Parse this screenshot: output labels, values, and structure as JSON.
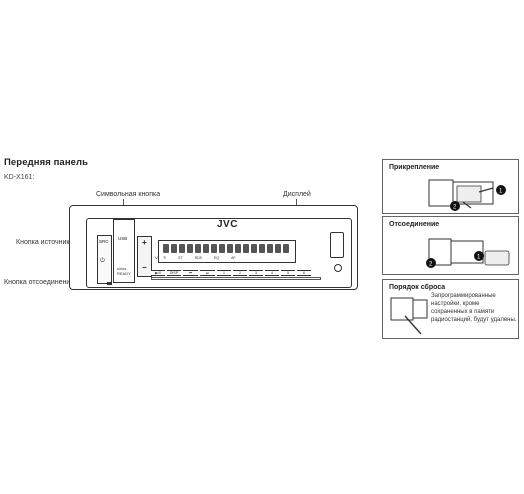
{
  "section_title": "Передняя панель",
  "model": "KD-X161:",
  "callouts": {
    "symbol_button": "Символьная кнопка",
    "display": "Дисплей",
    "source_button": "Кнопка источника",
    "detach_button": "Кнопка отсоединения"
  },
  "device": {
    "brand": "JVC",
    "usb": "USB",
    "src": "SRC",
    "vol": "VOL",
    "sirius": "siriusxm\nREADY",
    "display_indicators": [
      "TI",
      "ST",
      "RDS",
      "EQ",
      "AF"
    ],
    "buttons": [
      "▶/II",
      "DISP",
      "⏮",
      "⏭",
      "1",
      "2",
      "3",
      "4",
      "5",
      "6"
    ]
  },
  "panels": {
    "attach": {
      "title": "Прикрепление",
      "step1": "1",
      "step2": "2"
    },
    "detach": {
      "title": "Отсоединение",
      "step1": "1",
      "step2": "2"
    },
    "reset": {
      "title": "Порядок сброса",
      "note": "Запрограммированные настройки, кроме сохраненных в памяти радиостанций, будут удалены."
    }
  },
  "colors": {
    "line": "#333333",
    "panel_border": "#666666"
  }
}
